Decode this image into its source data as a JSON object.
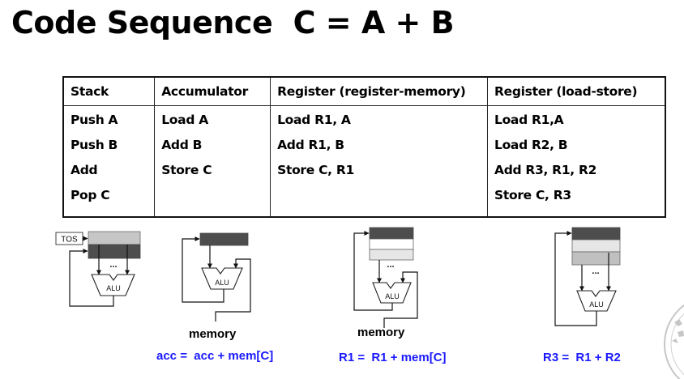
{
  "slide": {
    "title": "Code Sequence  C = A + B"
  },
  "table": {
    "headers": [
      "Stack",
      "Accumulator",
      "Register (register-memory)",
      "Register (load-store)"
    ],
    "columns": [
      [
        "Push A",
        "Push B",
        "Add",
        "Pop C"
      ],
      [
        "Load A",
        "Add B",
        "Store C"
      ],
      [
        "Load R1, A",
        "Add R1, B",
        "Store C, R1"
      ],
      [
        "Load R1,A",
        "Load R2, B",
        "Add R3, R1, R2",
        "Store C, R3"
      ]
    ]
  },
  "diagrams": {
    "stack": {
      "tos_label": "TOS",
      "alu_label": "ALU",
      "ellipsis": "..."
    },
    "accumulator": {
      "alu_label": "ALU",
      "memory_label": "memory",
      "equation": "acc =  acc + mem[C]"
    },
    "register_memory": {
      "alu_label": "ALU",
      "ellipsis": "...",
      "memory_label": "memory",
      "equation": "R1 =  R1 + mem[C]"
    },
    "load_store": {
      "alu_label": "ALU",
      "ellipsis": "...",
      "equation": "R3 =  R1 + R2"
    }
  },
  "colors": {
    "equation_text": "#1a1aff",
    "register_dark": "#4d4d4d",
    "register_light": "#e6e6e6",
    "register_mid": "#c0c0c0"
  }
}
